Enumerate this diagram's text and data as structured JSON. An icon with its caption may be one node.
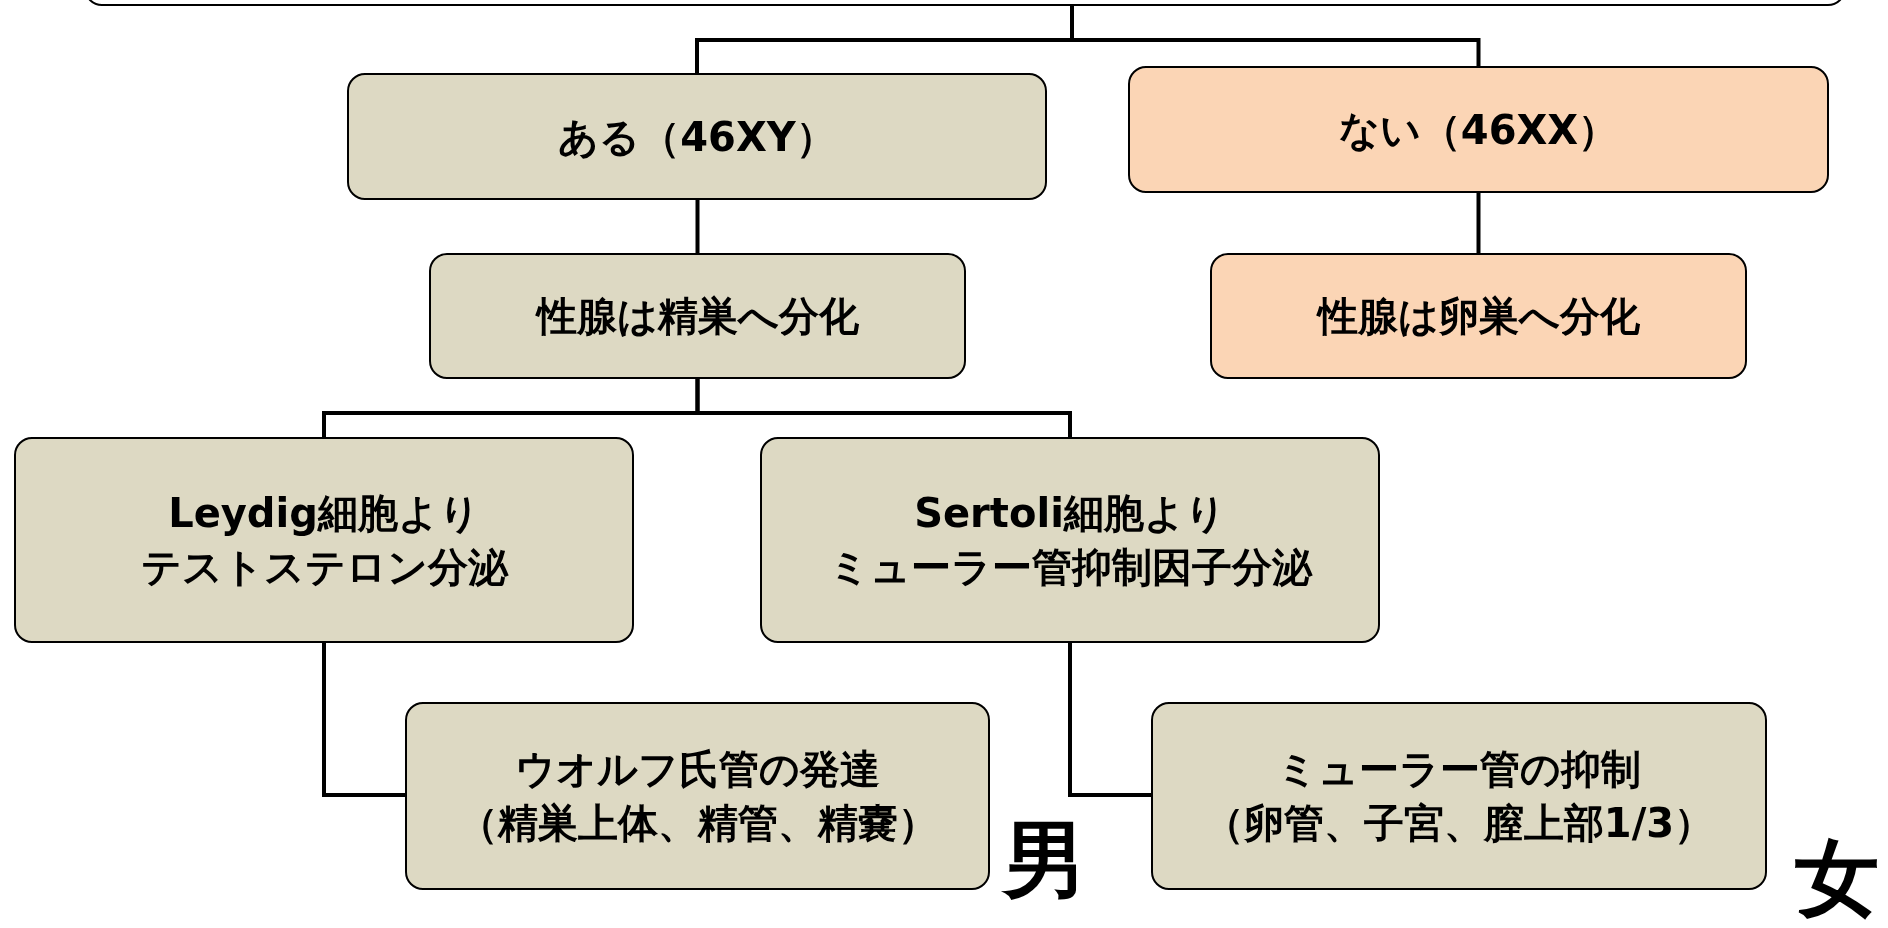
{
  "diagram": {
    "nodes": [
      {
        "text": [],
        "shape": "box"
      },
      {
        "text": [
          "ある（46XY）"
        ]
      },
      {
        "text": [
          "ない（46XX）"
        ]
      },
      {
        "text": [
          "性腺は精巣へ分化"
        ]
      },
      {
        "text": [
          "性腺は卵巣へ分化"
        ]
      },
      {
        "text": [
          "Leydig細胞より",
          "テストステロン分泌"
        ]
      },
      {
        "text": [
          "Sertoli細胞より",
          "ミューラー管抑制因子分泌"
        ]
      },
      {
        "text": [
          "ウオルフ氏管の発達",
          "（精巣上体、精管、精嚢）"
        ]
      },
      {
        "text": [
          "ミューラー管の抑制",
          "（卵管、子宮、膣上部1/3）"
        ]
      }
    ],
    "edges": [
      {
        "from": 0,
        "to": 1,
        "arrow": "none"
      },
      {
        "from": 0,
        "to": 2,
        "arrow": "none"
      },
      {
        "from": 1,
        "to": 3,
        "arrow": "none"
      },
      {
        "from": 2,
        "to": 4,
        "arrow": "none"
      },
      {
        "from": 3,
        "to": 5,
        "arrow": "none"
      },
      {
        "from": 3,
        "to": 6,
        "arrow": "none"
      },
      {
        "from": 5,
        "to": 7,
        "arrow": "none"
      },
      {
        "from": 6,
        "to": 8,
        "arrow": "none"
      }
    ],
    "labels": [
      "男",
      "女"
    ]
  }
}
